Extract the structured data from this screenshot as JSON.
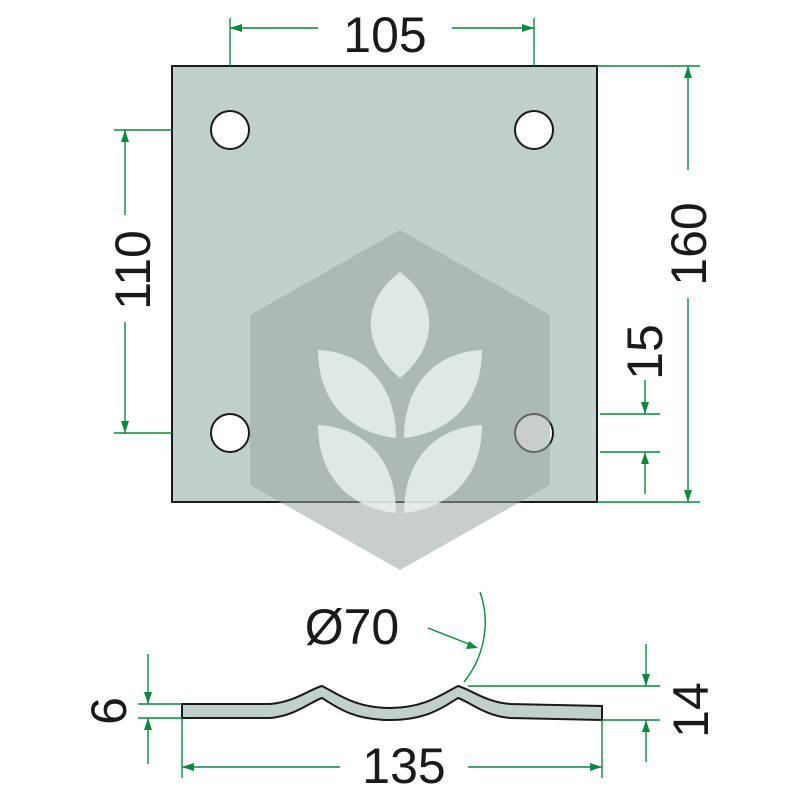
{
  "dimensions": {
    "width_top": "105",
    "hole_spacing_vertical": "110",
    "height_total": "160",
    "hole_edge_offset": "15",
    "arc_diameter": "Ø70",
    "thickness": "6",
    "profile_height": "14",
    "width_bottom": "135"
  },
  "colors": {
    "dimension_line": "#0a8a3a",
    "plate_fill": "#c2d0cc",
    "outline": "#1a1a1a"
  },
  "watermark": {
    "icon": "wheat-leaf-logo-icon"
  }
}
